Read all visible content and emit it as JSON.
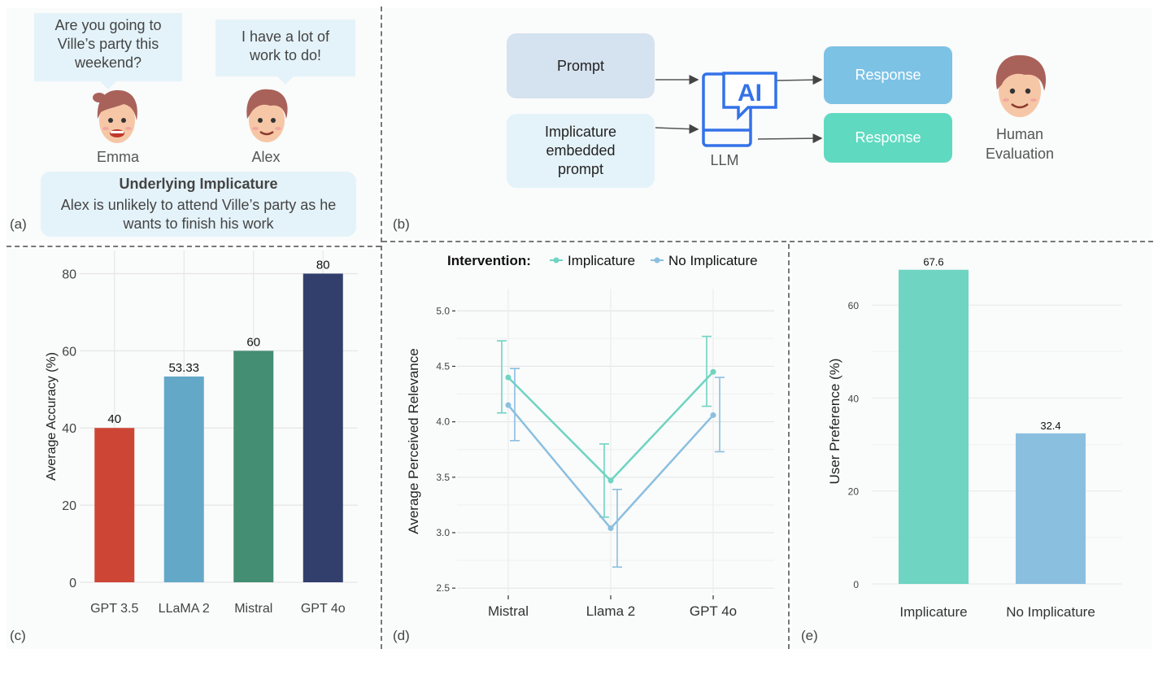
{
  "panel_a": {
    "label": "(a)",
    "emma_bubble": [
      "Are you going to",
      "Ville’s party this",
      "weekend?"
    ],
    "alex_bubble": [
      "I have a lot of",
      "work to do!"
    ],
    "emma_name": "Emma",
    "alex_name": "Alex",
    "implicature_title": "Underlying Implicature",
    "implicature_text": [
      "Alex is unlikely to attend Ville’s party as he",
      "wants to finish his work"
    ]
  },
  "panel_b": {
    "label": "(b)",
    "prompt": "Prompt",
    "implicature_prompt": [
      "Implicature",
      "embedded",
      "prompt"
    ],
    "ai_text": "AI",
    "llm": "LLM",
    "response_1": "Response",
    "response_2": "Response",
    "human_eval": [
      "Human",
      "Evaluation"
    ]
  },
  "colors": {
    "gpt35": "#cc4535",
    "llama2": "#63a8c7",
    "mistral": "#448e73",
    "gpt4o": "#323f6d",
    "implicature": "#6fd4c2",
    "no_implicature": "#8bbfe0",
    "prompt_box": "#d5e2ef",
    "implicature_box": "#e4f3f9",
    "response_1": "#7cc2e5",
    "response_2": "#5fdac0",
    "llm_icon": "#3372e8"
  },
  "chart_data": [
    {
      "id": "c",
      "label": "(c)",
      "type": "bar",
      "categories": [
        "GPT 3.5",
        "LLaMA 2",
        "Mistral",
        "GPT 4o"
      ],
      "values": [
        40,
        53.33,
        60,
        80
      ],
      "value_labels": [
        "40",
        "53.33",
        "60",
        "80"
      ],
      "ylabel": "Average Accuracy (%)",
      "ylim": [
        0,
        86
      ],
      "yticks": [
        0,
        20,
        40,
        60,
        80
      ],
      "grid": true
    },
    {
      "id": "d",
      "label": "(d)",
      "type": "line",
      "legend_title": "Intervention:",
      "legend_position": "top",
      "categories": [
        "Mistral",
        "Llama 2",
        "GPT 4o"
      ],
      "series": [
        {
          "name": "Implicature",
          "values": [
            4.4,
            3.47,
            4.45
          ],
          "err_low": [
            4.08,
            3.14,
            4.14
          ],
          "err_high": [
            4.73,
            3.8,
            4.77
          ]
        },
        {
          "name": "No Implicature",
          "values": [
            4.15,
            3.04,
            4.06
          ],
          "err_low": [
            3.83,
            2.69,
            3.73
          ],
          "err_high": [
            4.48,
            3.39,
            4.4
          ]
        }
      ],
      "ylabel": "Average Perceived Relevance",
      "ylim": [
        2.45,
        5.2
      ],
      "yticks": [
        2.5,
        3.0,
        3.5,
        4.0,
        4.5,
        5.0
      ],
      "ytick_labels": [
        "2.5",
        "3.0",
        "3.5",
        "4.0",
        "4.5",
        "5.0"
      ],
      "grid": true
    },
    {
      "id": "e",
      "label": "(e)",
      "type": "bar",
      "categories": [
        "Implicature",
        "No Implicature"
      ],
      "values": [
        67.6,
        32.4
      ],
      "value_labels": [
        "67.6",
        "32.4"
      ],
      "ylabel": "User Preference (%)",
      "ylim": [
        0,
        70
      ],
      "yticks": [
        0,
        20,
        40,
        60
      ],
      "grid": true
    }
  ]
}
